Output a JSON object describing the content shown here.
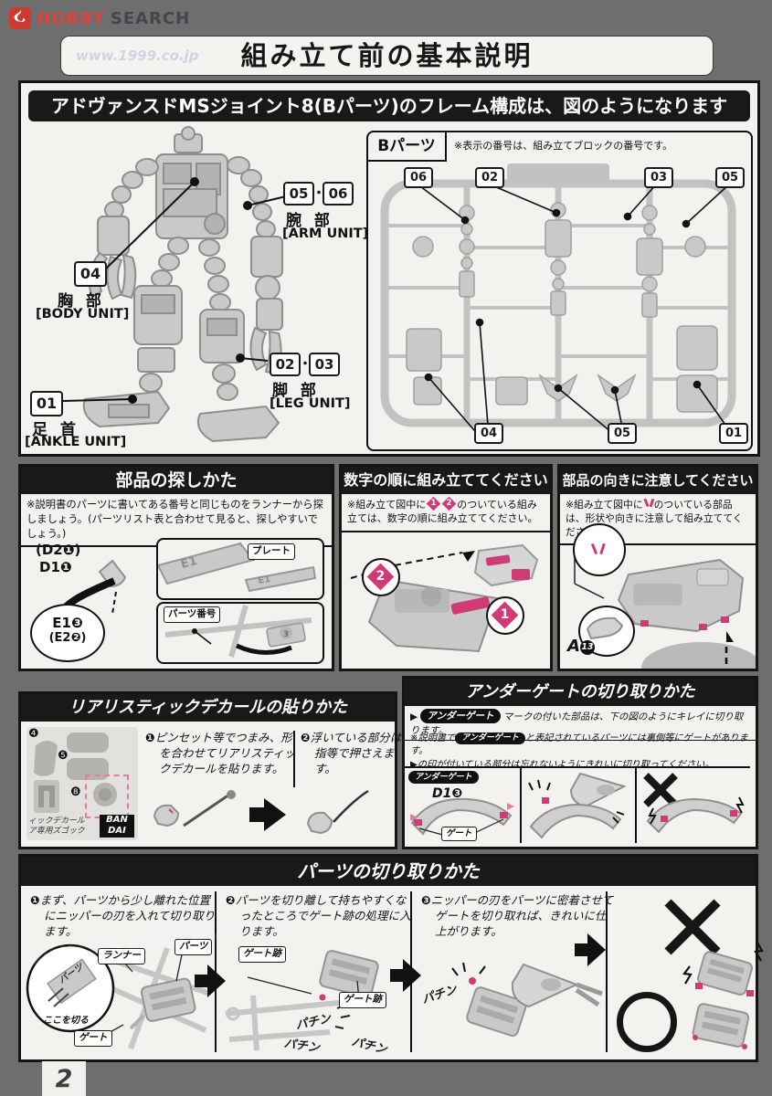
{
  "page": {
    "number": "2",
    "title": "組み立て前の基本説明",
    "watermark": "www.1999.co.jp"
  },
  "logo": {
    "hobby": "HOBBY",
    "search": "SEARCH"
  },
  "frame_section": {
    "title": "アドヴァンスドMSジョイント8(Bパーツ)のフレーム構成は、図のようになります",
    "runner_label": "Bパーツ",
    "runner_note": "※表示の番号は、組み立てブロックの番号です。",
    "callouts_top": [
      "06",
      "02",
      "03",
      "05"
    ],
    "callouts_bottom": [
      "04",
      "05",
      "01"
    ],
    "separator": "・",
    "units": {
      "arm": {
        "no1": "05",
        "no2": "06",
        "jp": "腕 部",
        "en": "[ARM UNIT]"
      },
      "body": {
        "no": "04",
        "jp": "胸 部",
        "en": "[BODY UNIT]"
      },
      "leg": {
        "no1": "02",
        "no2": "03",
        "jp": "脚 部",
        "en": "[LEG UNIT]"
      },
      "ankle": {
        "no": "01",
        "jp": "足 首",
        "en": "[ANKLE UNIT]"
      }
    }
  },
  "find_panel": {
    "title": "部品の探しかた",
    "note": "※説明書のパーツに書いてある番号と同じものをランナーから探しましょう。(パーツリスト表と合わせて見ると、探しやすいでしょう。)",
    "label_d2": "(D2❶)",
    "label_d1": "D1❶",
    "label_plate": "プレート",
    "label_part_no": "パーツ番号",
    "label_e1": "E1❸",
    "label_e2": "(E2❷)",
    "plate_text": "E1",
    "plate_num": "3"
  },
  "order_panel": {
    "title": "数字の順に組み立ててください",
    "note_before": "※組み立て図中に",
    "mark1": "1",
    "mark2": "2",
    "note_after": "のついている組み立ては、数字の順に組み立ててください。"
  },
  "orient_panel": {
    "title": "部品の向きに注意してください",
    "note_before": "※組み立て図中に",
    "note_after": "のついている部品は、形状や向きに注意して組み立ててください。",
    "part_letter": "A",
    "part_number": "13"
  },
  "decal_panel": {
    "title": "リアリスティックデカールの貼りかた",
    "step1_num": "❶",
    "step1": "ピンセット等でつまみ、形を合わせてリアリスティックデカールを貼ります。",
    "step2_num": "❷",
    "step2": "浮いている部分は指等で押さえます。",
    "sheet_num_4": "❹",
    "sheet_num_5": "❺",
    "sheet_num_8": "❽",
    "sheet_caption_line1": "ィックデカール",
    "sheet_caption_line2": "ア専用ズゴック",
    "bandai_line1": "BAN",
    "bandai_line2": "DAI"
  },
  "undergate_panel": {
    "title": "アンダーゲートの切り取りかた",
    "lead_arrow": "▶",
    "badge": "アンダーゲート",
    "lead": "マークの付いた部品は、下の図のようにキレイに切り取ります。",
    "note1_before": "※説明書で",
    "note1_after": "と表記されているパーツには裏側等にゲートがあります。",
    "note2": "▶の印が付いている部分は忘れないようにきれいに切り取ってください。",
    "part_label": "D1❸",
    "gate_label": "ゲート"
  },
  "cut_panel": {
    "title": "パーツの切り取りかた",
    "step1_num": "❶",
    "step1": "まず、パーツから少し離れた位置にニッパーの刃を入れて切り取ります。",
    "step2_num": "❷",
    "step2": "パーツを切り離して持ちやすくなったところでゲート跡の処理に入ります。",
    "step3_num": "❸",
    "step3": "ニッパーの刃をパーツに密着させてゲートを切り取れば、きれいに仕上がります。",
    "label_runner": "ランナー",
    "label_part": "パーツ",
    "label_cut_here": "ここを切る",
    "label_gate": "ゲート",
    "label_gate_mark": "ゲート跡",
    "sfx": "パチン"
  }
}
